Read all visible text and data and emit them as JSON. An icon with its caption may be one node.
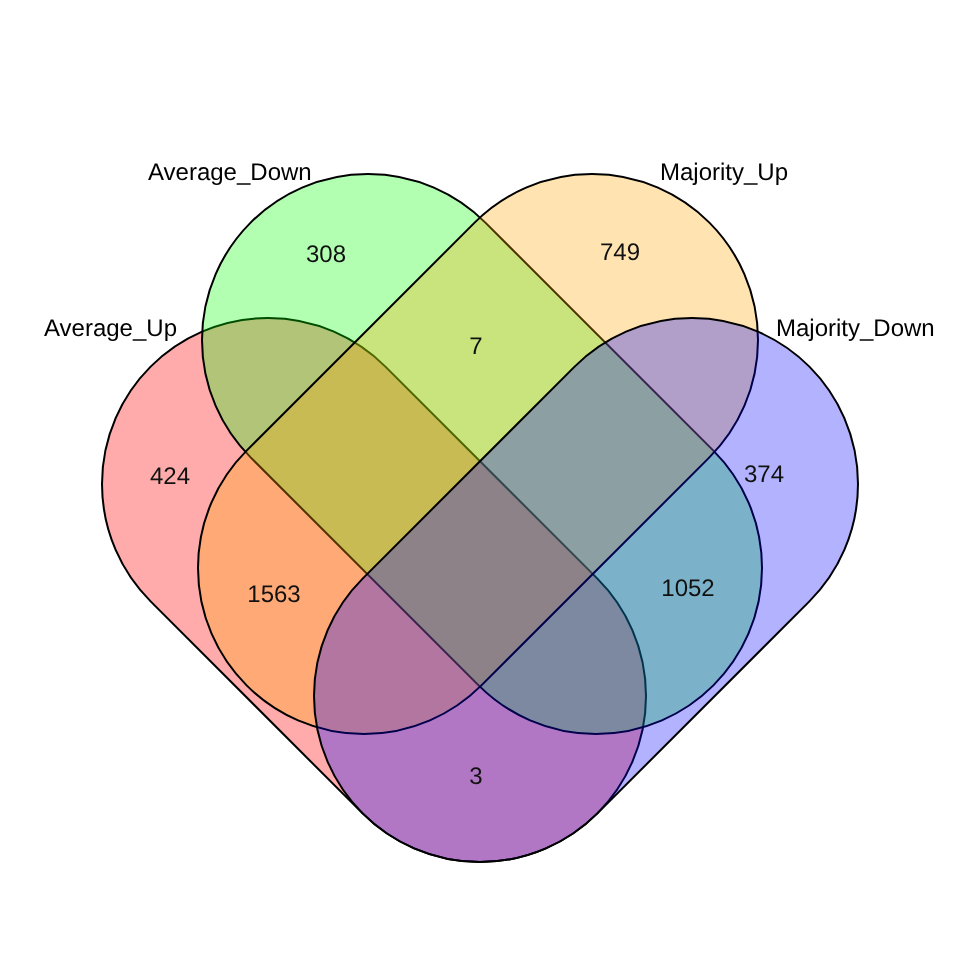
{
  "diagram": {
    "nodes": [
      {
        "text": [
          "Average_Down"
        ]
      },
      {
        "text": [
          "Majority_Up"
        ]
      },
      {
        "text": [
          "Average_Up"
        ]
      },
      {
        "text": [
          "Majority_Down"
        ]
      }
    ],
    "labels": [
      "308",
      "749",
      "7",
      "424",
      "374",
      "1563",
      "1052",
      "3"
    ]
  }
}
